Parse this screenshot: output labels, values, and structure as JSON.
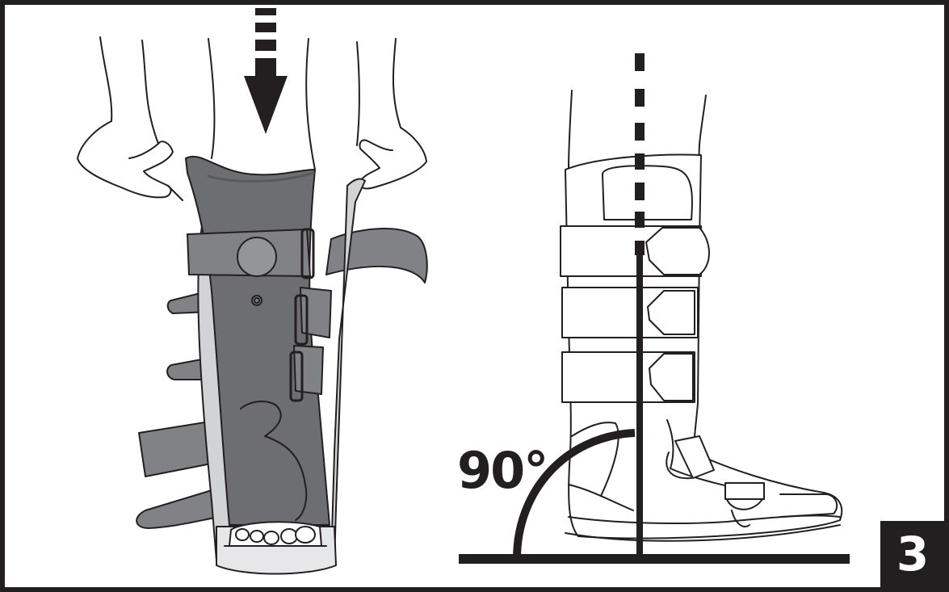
{
  "figure": {
    "angle_label": "90°",
    "step_number": "3"
  },
  "colors": {
    "ink": "#231f20",
    "boot_shell": "#6d6e71",
    "boot_shell_dark": "#58595b",
    "strap": "#808285",
    "liner_light": "#d1d3d4",
    "paper": "#ffffff"
  },
  "icons": {
    "insert_direction": "down-arrow-icon",
    "vertical_guide": "dashed-vertical-line",
    "right_angle": "quarter-arc"
  }
}
